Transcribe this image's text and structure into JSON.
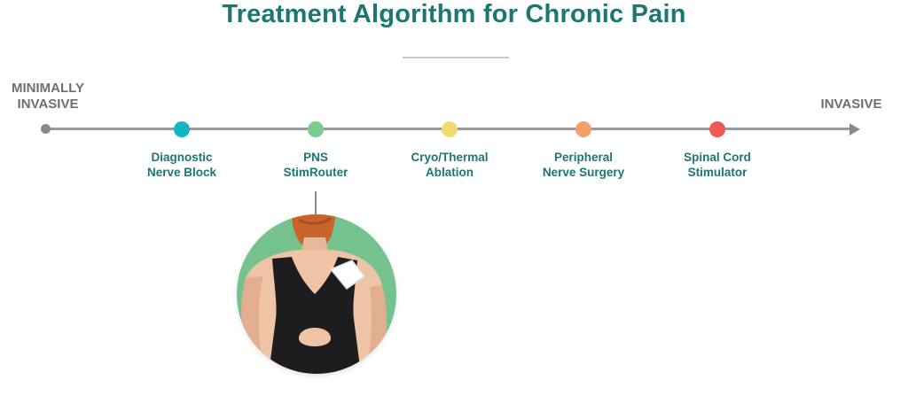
{
  "title": "Treatment Algorithm for Chronic Pain",
  "axis": {
    "start_label_line1": "MINIMALLY",
    "start_label_line2": "INVASIVE",
    "end_label": "INVASIVE"
  },
  "steps": [
    {
      "line1": "Diagnostic",
      "line2": "Nerve Block",
      "color": "#12b5c4"
    },
    {
      "line1": "PNS",
      "line2": "StimRouter",
      "color": "#7ccb8f"
    },
    {
      "line1": "Cryo/Thermal",
      "line2": "Ablation",
      "color": "#f2dc6e"
    },
    {
      "line1": "Peripheral",
      "line2": "Nerve Surgery",
      "color": "#f4a06b"
    },
    {
      "line1": "Spinal Cord",
      "line2": "Stimulator",
      "color": "#ee5a55"
    }
  ],
  "colors": {
    "title": "#1c7672",
    "axis": "#9a9a9a",
    "photo_background": "#76c28f"
  }
}
